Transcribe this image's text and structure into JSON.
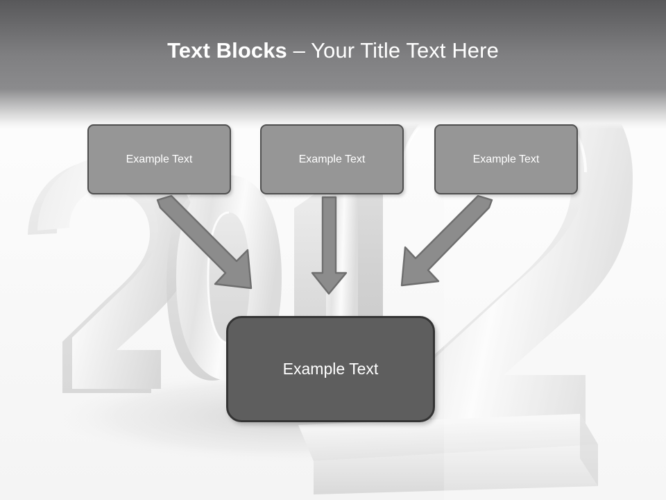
{
  "slide": {
    "title_bold": "Text Blocks",
    "title_separator": " – ",
    "title_rest": "Your Title Text Here",
    "background_motif": "3d-numerals-2012"
  },
  "colors": {
    "header_top": "#58585a",
    "header_bottom": "#8b8b8d",
    "top_box_fill": "#969696",
    "top_box_border": "#4f4f4f",
    "bottom_box_fill": "#5e5e5e",
    "bottom_box_border": "#343434",
    "arrow_fill": "#8c8c8c",
    "arrow_stroke": "#6e6e6e",
    "text": "#ffffff",
    "canvas": "#fdfdfd"
  },
  "blocks": {
    "top": [
      {
        "label": "Example Text"
      },
      {
        "label": "Example Text"
      },
      {
        "label": "Example Text"
      }
    ],
    "bottom": {
      "label": "Example Text"
    }
  },
  "arrows": [
    {
      "name": "arrow-left-diagonal",
      "direction": "down-right",
      "from_block": 0,
      "to_block": "bottom"
    },
    {
      "name": "arrow-middle-vertical",
      "direction": "down",
      "from_block": 1,
      "to_block": "bottom"
    },
    {
      "name": "arrow-right-diagonal",
      "direction": "down-left",
      "from_block": 2,
      "to_block": "bottom"
    }
  ]
}
